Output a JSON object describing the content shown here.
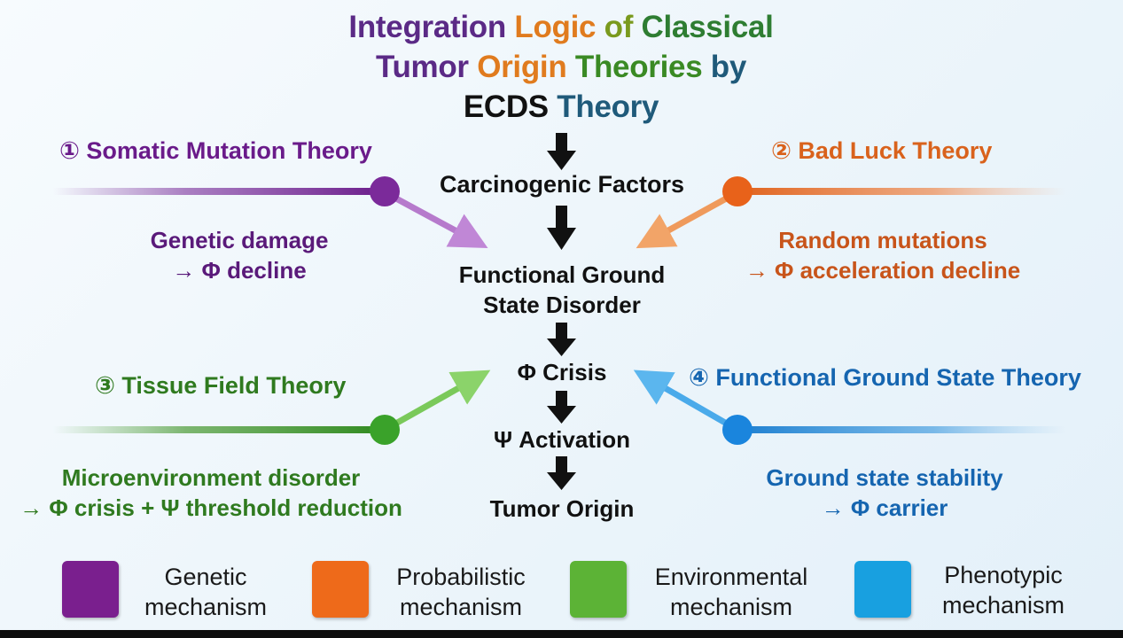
{
  "title": {
    "line1": [
      "Integration ",
      "Logic ",
      "of ",
      "Classical"
    ],
    "line2": [
      "Tumor ",
      "Origin ",
      "Theories ",
      "by"
    ],
    "line3": [
      "ECDS ",
      "Theory"
    ]
  },
  "flow": {
    "carcinogenic": "Carcinogenic Factors",
    "fgs_line1": "Functional Ground",
    "fgs_line2": "State Disorder",
    "phi_crisis": "Φ Crisis",
    "psi_activation": "Ψ Activation",
    "tumor_origin": "Tumor Origin"
  },
  "theories": {
    "somatic": {
      "label": "① Somatic Mutation Theory",
      "mech1": "Genetic damage",
      "mech2": "→ Φ decline"
    },
    "badluck": {
      "label": "② Bad Luck Theory",
      "mech1": "Random mutations",
      "mech2": "→ Φ acceleration decline"
    },
    "tissue": {
      "label": "③ Tissue Field Theory",
      "mech1": "Microenvironment disorder",
      "mech2": "→ Φ crisis + Ψ threshold reduction"
    },
    "fgs": {
      "label": "④ Functional Ground State Theory",
      "mech1": "Ground state stability",
      "mech2": "→ Φ carrier"
    }
  },
  "legend": [
    {
      "line1": "Genetic",
      "line2": "mechanism"
    },
    {
      "line1": "Probabilistic",
      "line2": "mechanism"
    },
    {
      "line1": "Environmental",
      "line2": "mechanism"
    },
    {
      "line1": "Phenotypic",
      "line2": "mechanism"
    }
  ],
  "colors": {
    "purple": "#6a1b8a",
    "orange": "#d9621c",
    "green": "#2f8a1f",
    "blue": "#1565b0",
    "title_purple": "#5b2a86",
    "title_orange": "#e07b1e",
    "title_green": "#2e7d32",
    "title_teal": "#1f5a7a",
    "legend_purple": "#7a1f8e",
    "legend_orange": "#ee6a1a",
    "legend_green": "#5cb336",
    "legend_blue": "#18a0e0"
  }
}
